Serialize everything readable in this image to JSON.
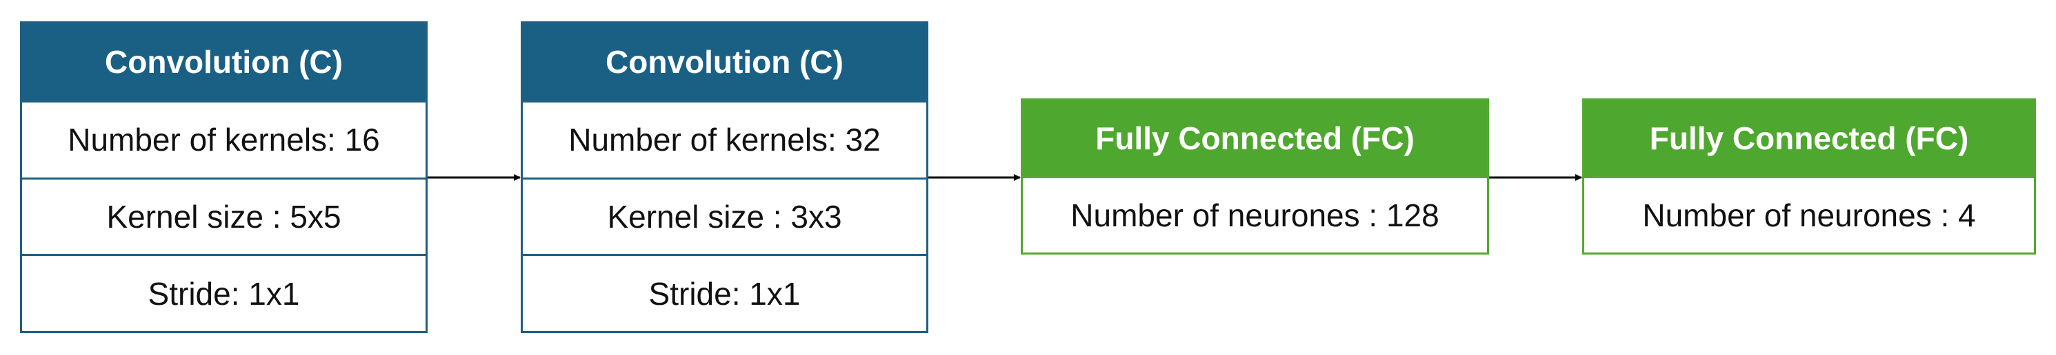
{
  "blocks": [
    {
      "title": "Convolution (C)",
      "rows": [
        "Number of kernels: 16",
        "Kernel size : 5x5",
        "Stride: 1x1"
      ]
    },
    {
      "title": "Convolution (C)",
      "rows": [
        "Number of kernels: 32",
        "Kernel size : 3x3",
        "Stride: 1x1"
      ]
    },
    {
      "title": "Fully Connected (FC)",
      "rows": [
        "Number of neurones : 128"
      ]
    },
    {
      "title": "Fully Connected (FC)",
      "rows": [
        "Number of neurones : 4"
      ]
    }
  ],
  "colors": {
    "conv_header": "#1a6085",
    "conv_border": "#1f5f82",
    "fc_header": "#4ea72e",
    "fc_border": "#55a832",
    "arrow": "#000000"
  }
}
